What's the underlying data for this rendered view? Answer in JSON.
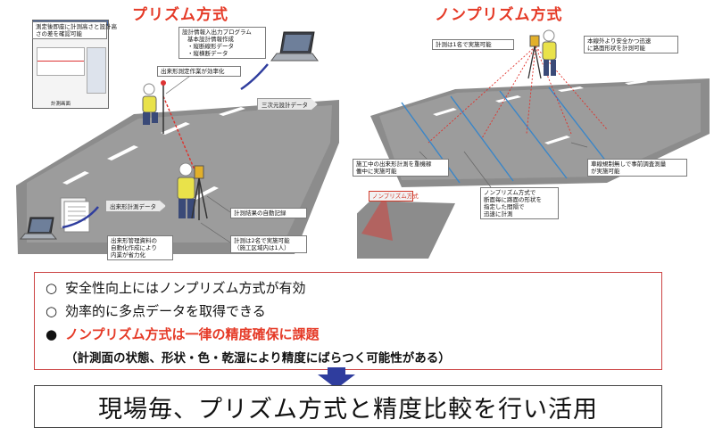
{
  "titles": {
    "prism": "プリズム方式",
    "nonprism": "ノンプリズム方式"
  },
  "prism_callouts": {
    "screen_note": [
      "測定後即座に計測高さと設計高",
      "さの差を確認可能"
    ],
    "program": [
      "設計情報入出力プログラム",
      "基本設計情報作成",
      "・縦断線形データ",
      "・縦横断データ"
    ],
    "efficiency": "出来形測定作業が効率化",
    "data3d": "三次元設計データ",
    "record": "計測結果の自動記録",
    "staff": [
      "計測は2名で実施可能",
      "（施工区域内は1人）"
    ],
    "calc": "出来形計測データ",
    "document": [
      "出来形管理資料の",
      "自動化作成により",
      "内業が省力化"
    ],
    "screen_footer": "計測画面"
  },
  "nonprism_callouts": {
    "one_person": "計測は1名で実施可能",
    "outside": [
      "本線外より安全かつ迅速",
      "に路面形状を計測可能"
    ],
    "construction": [
      "施工中の出来形計測を重機稼",
      "働中に実施可能"
    ],
    "precheck": [
      "車線規制無しで事前調査測量",
      "が実施可能"
    ],
    "method": [
      "ノンプリズム方式で",
      "断面毎に路面の形状を",
      "指定した間隔で",
      "迅速に計測"
    ],
    "inset_tag": "ノンプリズム方式"
  },
  "bullets": [
    {
      "mark": "○",
      "text": "安全性向上にはノンプリズム方式が有効",
      "emphasis": false
    },
    {
      "mark": "○",
      "text": "効率的に多点データを取得できる",
      "emphasis": false
    },
    {
      "mark": "●",
      "text": "ノンプリズム方式は一律の精度確保に課題",
      "emphasis": true
    }
  ],
  "bullet_note": "（計測面の状態、形状・色・乾湿により精度にばらつく可能性がある）",
  "conclusion": "現場毎、プリズム方式と精度比較を行い活用",
  "colors": {
    "title_red": "#e53a27",
    "road": "#8c8c8c",
    "arrow_blue": "#2f3d9e",
    "laser_red": "#e0302a",
    "scan_blue": "#3a86c8",
    "vest": "#e9e24a"
  }
}
